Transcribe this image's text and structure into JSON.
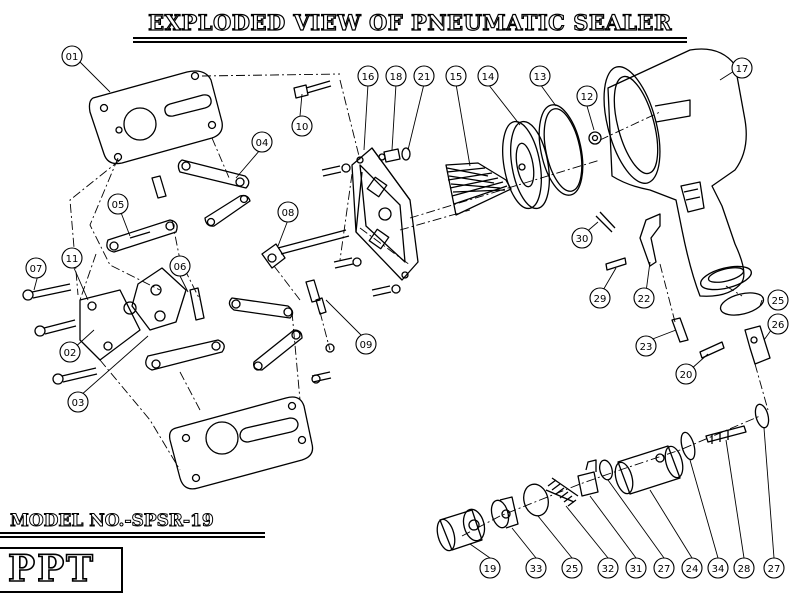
{
  "header": {
    "title": "EXPLODED VIEW OF PNEUMATIC SEALER"
  },
  "model": {
    "label": "MODEL NO.-SPSR-19"
  },
  "brand": {
    "label": "PPT"
  },
  "part_labels": [
    "01",
    "10",
    "16",
    "18",
    "21",
    "15",
    "14",
    "13",
    "12",
    "17",
    "04",
    "08",
    "05",
    "06",
    "11",
    "07",
    "02",
    "03",
    "09",
    "30",
    "29",
    "22",
    "25",
    "26",
    "23",
    "20",
    "19",
    "33",
    "25",
    "32",
    "31",
    "27",
    "24",
    "34",
    "28",
    "27"
  ]
}
